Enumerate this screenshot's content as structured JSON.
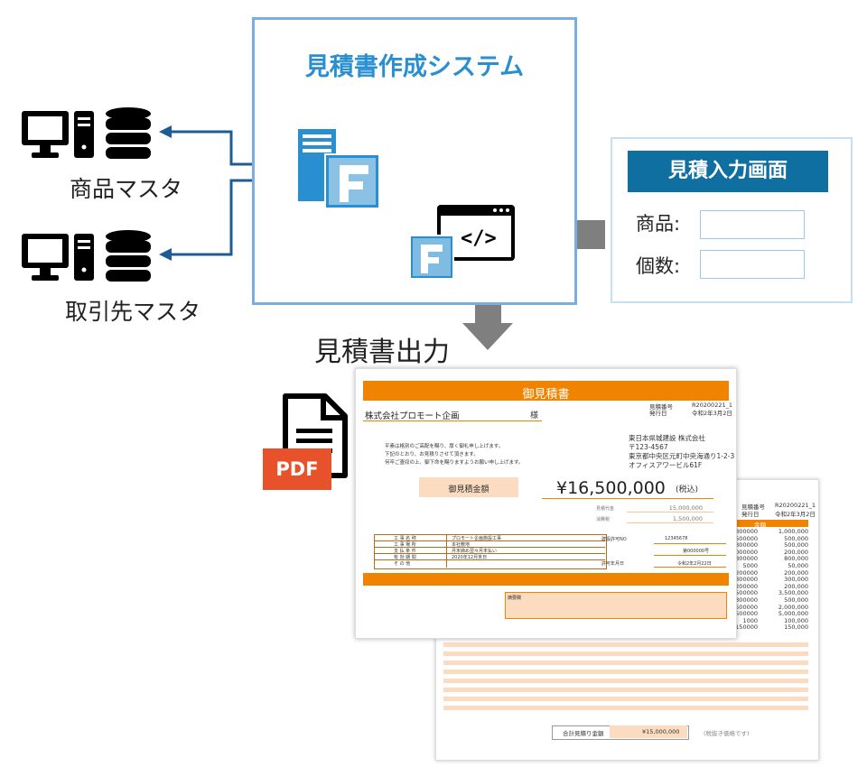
{
  "system": {
    "title": "見積書作成システム"
  },
  "masters": {
    "product": "商品マスタ",
    "customer": "取引先マスタ"
  },
  "input_screen": {
    "title": "見積入力画面",
    "product_label": "商品:",
    "quantity_label": "個数:"
  },
  "output": {
    "label": "見積書出力",
    "pdf_badge": "PDF"
  },
  "doc_front": {
    "title": "御見積書",
    "recipient": "株式会社プロモート企画",
    "honorific": "様",
    "meta_labels": [
      "見積番号",
      "発行日"
    ],
    "meta_values": [
      "R20200221_1",
      "令和2年3月2日"
    ],
    "greeting": [
      "平素は格別のご高配を賜り、厚く御礼申し上げます。",
      "下記のとおり、お見積りさせて頂きます。",
      "何卒ご査収の上、御下命を賜りますようお願い申し上げます。"
    ],
    "issuer": [
      "東日本県城建設 株式会社",
      "〒123-4567",
      "東京都中央区元町中央海通り1-2-3",
      "オフィスアワービル61F"
    ],
    "total_label": "御見積金額",
    "total_value": "¥16,500,000",
    "tax_note": "(税込)",
    "sub_labels": [
      "見積代金",
      "消費税"
    ],
    "sub_values": [
      "15,000,000",
      "1,500,000"
    ],
    "table_labels": [
      "工 事 名 称",
      "工 事 場 所",
      "支 払 条 件",
      "有 効 期 間",
      "そ の 他"
    ],
    "table_values": [
      "プロモート企画施設工事",
      "本社敷地",
      "月末締め翌々月末払い",
      "2020年12月末日",
      ""
    ],
    "right_labels": [
      "建設許可NO",
      "許可年月日"
    ],
    "right_values": [
      "12345678",
      "令和2年2月22日"
    ],
    "right_extra": "第000000号",
    "remarks_label": "摘要欄"
  },
  "doc_back": {
    "meta_labels": [
      "見積番号",
      "発行日"
    ],
    "meta_values": [
      "R20200221_1",
      "令和2年3月2日"
    ],
    "amount_header": "金額",
    "left_values": [
      "300000",
      "500000",
      "300000",
      "000000",
      "300000",
      "5000",
      "200000",
      "300000",
      "200000",
      "500000",
      "300000",
      "500000",
      "500000",
      "1000",
      "150000"
    ],
    "right_values": [
      "1,000,000",
      "500,000",
      "500,000",
      "200,000",
      "800,000",
      "50,000",
      "200,000",
      "300,000",
      "200,000",
      "3,500,000",
      "500,000",
      "2,000,000",
      "5,000,000",
      "100,000",
      "150,000"
    ],
    "total_label": "合計見積り金額",
    "total_value": "¥15,000,000",
    "total_note": "(税抜き価格です)"
  },
  "colors": {
    "accent_orange": "#f08300",
    "system_blue": "#2a8fd0",
    "navy": "#0f6fa1",
    "arrow_blue": "#1e5c96",
    "pdf_red": "#e8522b",
    "peach": "#fbdcc1"
  }
}
